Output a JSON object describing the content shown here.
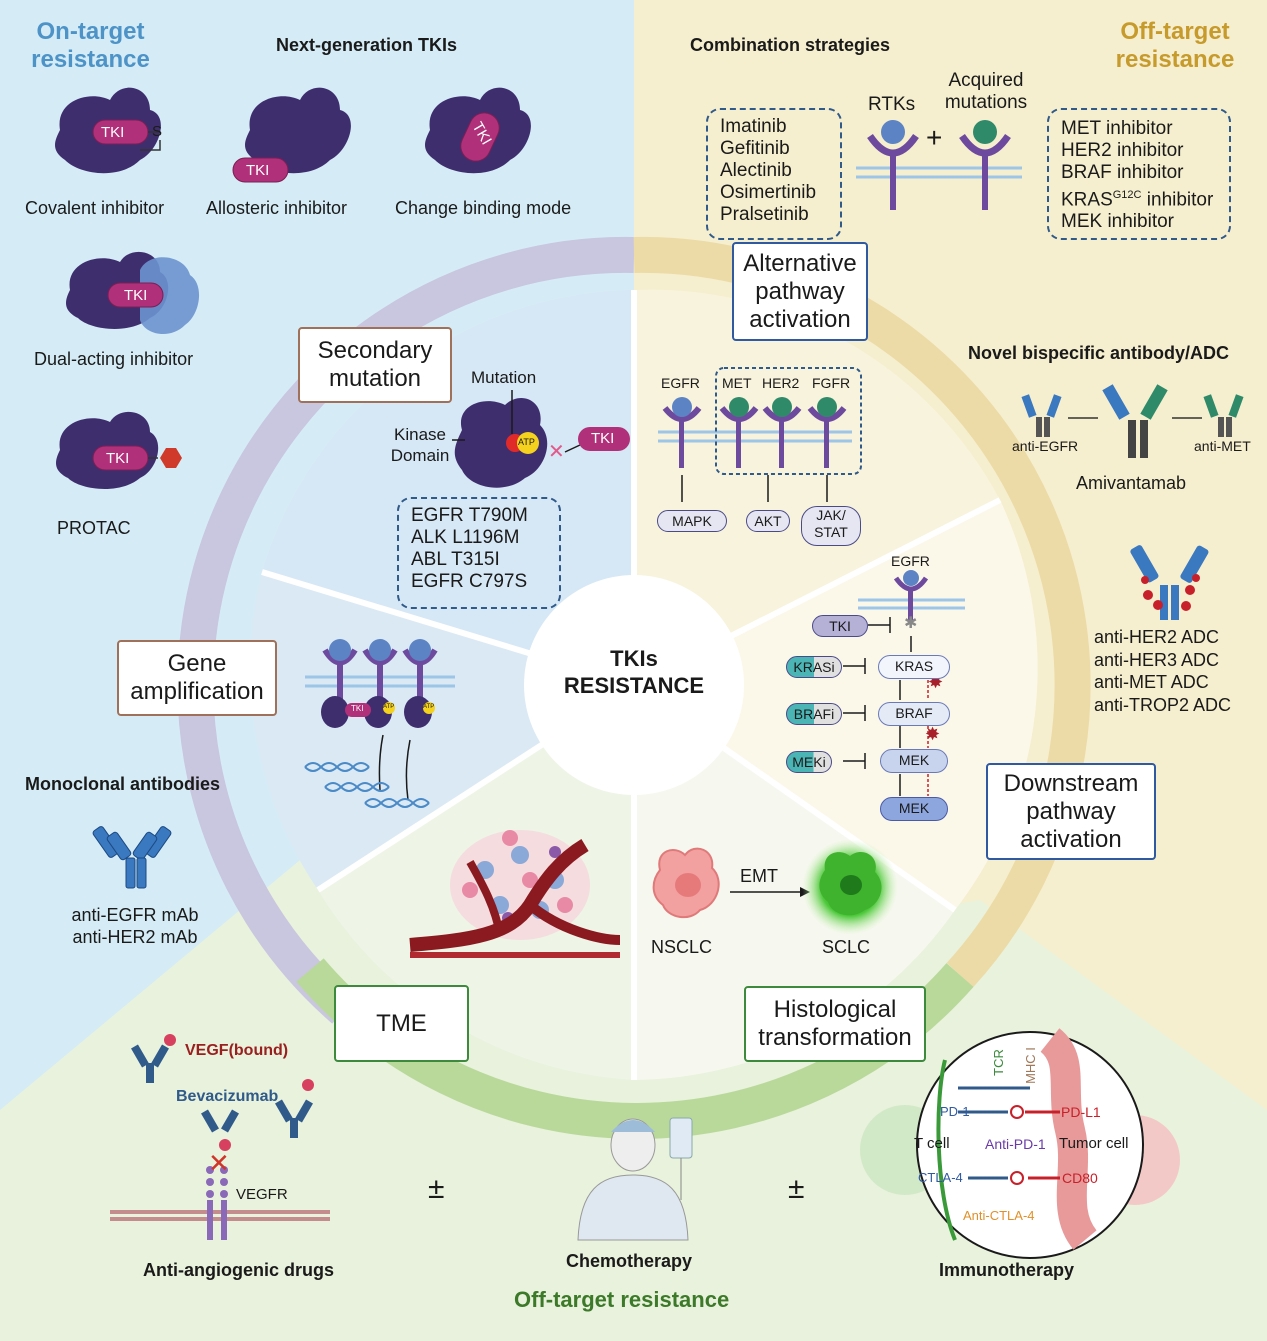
{
  "center": {
    "line1": "TKIs",
    "line2": "RESISTANCE"
  },
  "corner_titles": {
    "on_target": [
      "On-target",
      "resistance"
    ],
    "off_target": [
      "Off-target",
      "resistance"
    ],
    "off_target_bottom": "Off-target resistance"
  },
  "next_gen": {
    "heading": "Next-generation TKIs",
    "covalent": "Covalent inhibitor",
    "allosteric": "Allosteric inhibitor",
    "binding": "Change binding mode",
    "dual": "Dual-acting inhibitor",
    "protac": "PROTAC",
    "tki": "TKI",
    "s": "S"
  },
  "mab": {
    "heading": "Monoclonal antibodies",
    "line1": "anti-EGFR mAb",
    "line2": "anti-HER2 mAb"
  },
  "secondary": {
    "title": [
      "Secondary",
      "mutation"
    ],
    "mutation_label": "Mutation",
    "kinase": [
      "Kinase",
      "Domain"
    ],
    "atp": "ATP",
    "tki": "TKI",
    "mutations": [
      "EGFR T790M",
      "ALK L1196M",
      "ABL T315I",
      "EGFR C797S"
    ]
  },
  "gene_amp": {
    "title": [
      "Gene",
      "amplification"
    ],
    "tki": "TKI",
    "atp": "ATP"
  },
  "combination": {
    "heading": "Combination strategies",
    "drugs": [
      "Imatinib",
      "Gefitinib",
      "Alectinib",
      "Osimertinib",
      "Pralsetinib"
    ],
    "rtks": "RTKs",
    "plus": "+",
    "acquired": [
      "Acquired",
      "mutations"
    ],
    "inhibitors": [
      "MET inhibitor",
      "HER2 inhibitor",
      "BRAF inhibitor",
      "KRAS",
      "G12C",
      " inhibitor",
      "MEK inhibitor"
    ]
  },
  "alt_pathway": {
    "title": [
      "Alternative",
      "pathway",
      "activation"
    ],
    "receptors": [
      "EGFR",
      "MET",
      "HER2",
      "FGFR"
    ],
    "outputs": [
      "MAPK",
      "AKT",
      "JAK/",
      "STAT"
    ]
  },
  "bispecific": {
    "heading": "Novel bispecific antibody/ADC",
    "anti_egfr": "anti-EGFR",
    "anti_met": "anti-MET",
    "name": "Amivantamab",
    "adcs": [
      "anti-HER2 ADC",
      "anti-HER3 ADC",
      "anti-MET ADC",
      "anti-TROP2 ADC"
    ]
  },
  "downstream": {
    "title": [
      "Downstream",
      "pathway",
      "activation"
    ],
    "egfr": "EGFR",
    "tki": "TKI",
    "inhibitors": [
      "KRASi",
      "BRAFi",
      "MEKi"
    ],
    "nodes": [
      "KRAS",
      "BRAF",
      "MEK",
      "MEK"
    ]
  },
  "histological": {
    "title": [
      "Histological",
      "transformation"
    ],
    "emt": "EMT",
    "nsclc": "NSCLC",
    "sclc": "SCLC"
  },
  "tme": {
    "title": "TME"
  },
  "bottom": {
    "vegf": "VEGF(bound)",
    "bevacizumab": "Bevacizumab",
    "vegfr": "VEGFR",
    "anti_angio": "Anti-angiogenic drugs",
    "pm": "±",
    "chemo": "Chemotherapy",
    "immuno": "Immunotherapy",
    "immune_labels": {
      "tcr": "TCR",
      "mhc": "MHC I",
      "pd1": "PD-1",
      "pdl1": "PD-L1",
      "tcell": "T cell",
      "anti_pd1": "Anti-PD-1",
      "tumor": "Tumor cell",
      "ctla4": "CTLA-4",
      "cd80": "CD80",
      "anti_ctla4": "Anti-CTLA-4"
    }
  },
  "colors": {
    "on_target_bg": "#d5ecf6",
    "off_target_bg": "#f5efcf",
    "bottom_bg": "#e9f2dc",
    "ring_purple": "#c9c6df",
    "ring_tan": "#ecdba6",
    "ring_green": "#b9d99b",
    "kinase": "#3e2e6e",
    "tki_pink": "#b0307a",
    "receptor": "#6e4a9e",
    "title_blue": "#4d93c8",
    "title_gold": "#c79a2c",
    "green_text": "#3c7a2a"
  }
}
